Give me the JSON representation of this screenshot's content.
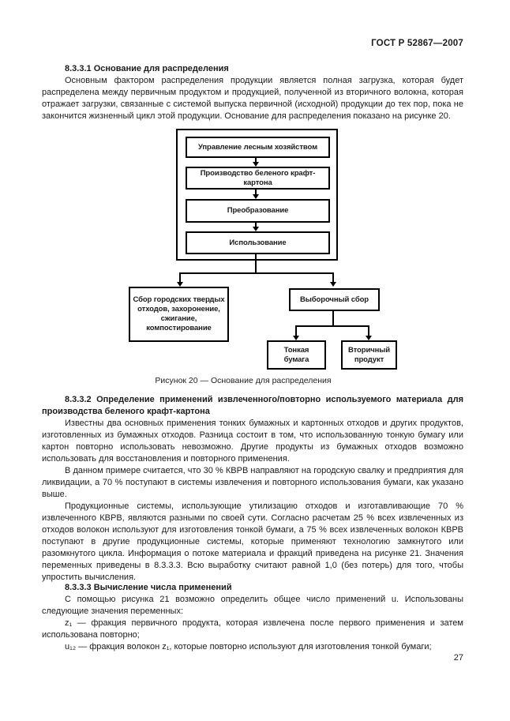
{
  "header": {
    "doc_code": "ГОСТ Р 52867—2007"
  },
  "section_8331": {
    "title": "8.3.3.1 Основание для распределения",
    "p1": "Основным фактором распределения продукции является полная загрузка, которая будет распределена между первичным продуктом и продукцией, полученной из вторичного волокна, которая отражает загрузки, связанные с системой выпуска первичной (исходной) продукции до тех пор, пока не закончится жизненный цикл этой продукции. Основание для распределения показано на рисунке 20."
  },
  "figure20": {
    "caption": "Рисунок 20 — Основание для распределения",
    "chain": [
      "Управление лесным хозяйством",
      "Производство беленого крафт-картона",
      "Преобразование",
      "Использование"
    ],
    "disposal_box": "Сбор городских твердых\nотходов, захоронение,\nсжигание,\nкомпостирование",
    "selective_box": "Выборочный сбор",
    "thin_paper_box": "Тонкая\nбумага",
    "secondary_product_box": "Вторичный\nпродукт"
  },
  "section_8332": {
    "title": "8.3.3.2 Определение применений извлеченного/повторно используемого материала для производства беленого крафт-картона",
    "p1": "Известны два основных применения тонких бумажных и картонных отходов и других продуктов, изготовленных из бумажных отходов. Разница состоит в том, что использованную тонкую бумагу или картон повторно использовать невозможно. Другие продукты из бумажных отходов возможно использовать для восстановления и повторного применения.",
    "p2": "В данном примере считается, что 30 % КВРВ направляют на городскую свалку и предприятия для ликвидации, а 70 % поступают в системы извлечения и повторного использования бумаги, как указано выше.",
    "p3": "Продукционные системы, использующие утилизацию отходов и изготавливающие 70 % извлеченного КВРВ, являются разными по своей сути. Согласно расчетам 25 % всех извлеченных из отходов волокон используют для изготовления тонкой бумаги, а 75 % всех извлеченных волокон КВРВ поступают в другие продукционные системы, которые применяют технологию замкнутого или разомкнутого цикла. Информация о потоке материала и фракций приведена на рисунке 21. Значения переменных приведены в 8.3.3.3. Всю выработку считают равной 1,0 (без потерь) для того, чтобы упростить вычисления."
  },
  "section_8333": {
    "title": "8.3.3.3 Вычисление числа применений",
    "p1": "С помощью рисунка 21 возможно определить общее число применений u. Использованы следующие значения переменных:",
    "def_z1": "z₁ — фракция первичного продукта, которая извлечена после первого применения и затем использована повторно;",
    "def_u12": "u₁₂ — фракция волокон z₁, которые повторно используют для изготовления тонкой бумаги;"
  },
  "footer": {
    "page_number": "27"
  }
}
